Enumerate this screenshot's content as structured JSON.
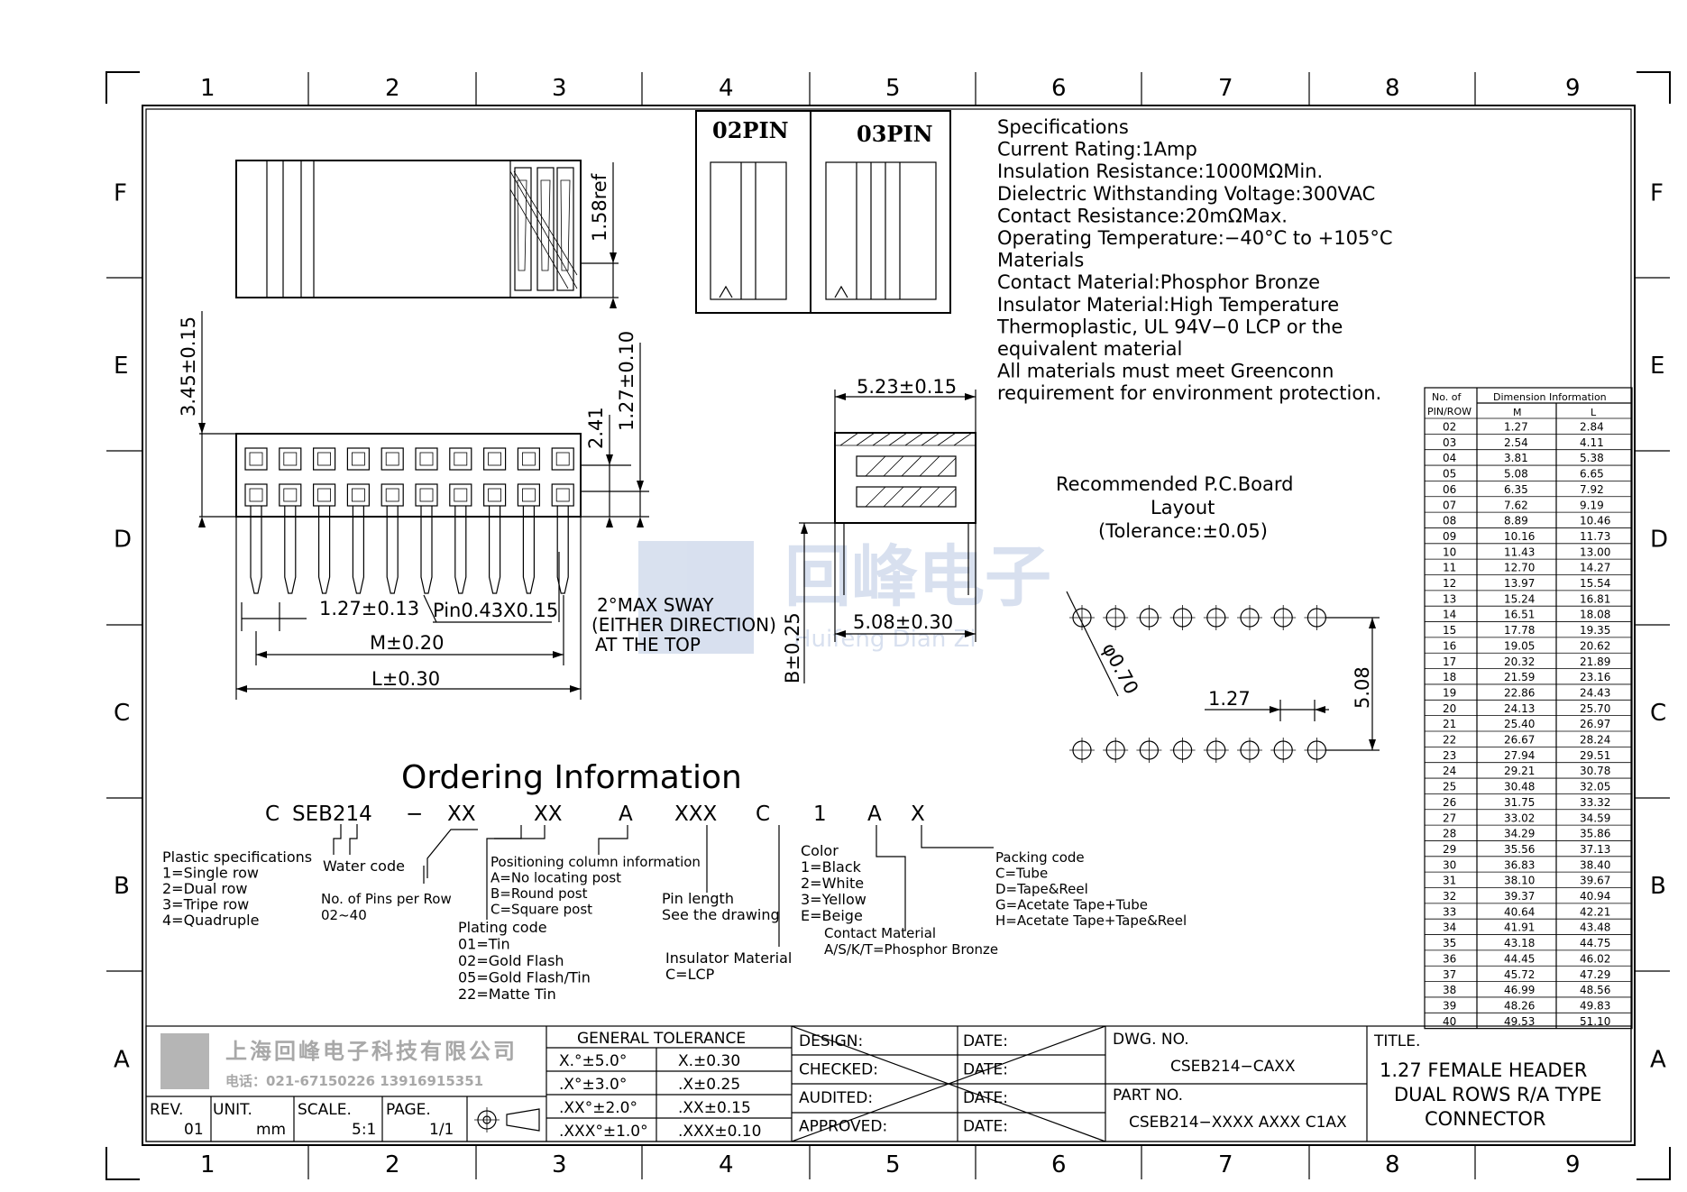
{
  "grid": {
    "columns": [
      "1",
      "2",
      "3",
      "4",
      "5",
      "6",
      "7",
      "8",
      "9"
    ],
    "rows": [
      "F",
      "E",
      "D",
      "C",
      "B",
      "A"
    ]
  },
  "variants": {
    "pin02": "02PIN",
    "pin03": "03PIN"
  },
  "specifications": [
    "Specifications",
    "Current  Rating:1Amp",
    "Insulation  Resistance:1000MΩMin.",
    "Dielectric  Withstanding  Voltage:300VAC",
    "Contact  Resistance:20mΩMax.",
    "Operating  Temperature:−40°C  to  +105°C",
    "Materials",
    "Contact  Material:Phosphor  Bronze",
    "Insulator  Material:High  Temperature",
    "Thermoplastic,  UL  94V−0  LCP  or  the",
    "equivalent  material",
    "All  materials  must  meet  Greenconn",
    "requirement  for  environment  protection."
  ],
  "dimensions": {
    "ref_158": "1.58ref",
    "h_345": "3.45±0.15",
    "h_127": "1.27±0.10",
    "h_241": "2.41",
    "pitch": "1.27±0.13",
    "pin_size": "Pin0.43X0.15",
    "m": "M±0.20",
    "l": "L±0.30",
    "w_523": "5.23±0.15",
    "w_508": "5.08±0.30",
    "b_025": "B±0.25",
    "sway_1": "2°MAX  SWAY",
    "sway_2": "(EITHER  DIRECTION)",
    "sway_3": "AT  THE  TOP"
  },
  "pcb": {
    "title_1": "Recommended  P.C.Board",
    "title_2": "Layout",
    "tolerance": "(Tolerance:±0.05)",
    "hole": "φ0.70",
    "pitch": "1.27",
    "row_spacing": "5.08"
  },
  "dim_table": {
    "header_left_1": "No.  of",
    "header_left_2": "PIN/ROW",
    "header_group": "Dimension  Information",
    "col_m": "M",
    "col_l": "L",
    "rows": [
      [
        "02",
        "1.27",
        "2.84"
      ],
      [
        "03",
        "2.54",
        "4.11"
      ],
      [
        "04",
        "3.81",
        "5.38"
      ],
      [
        "05",
        "5.08",
        "6.65"
      ],
      [
        "06",
        "6.35",
        "7.92"
      ],
      [
        "07",
        "7.62",
        "9.19"
      ],
      [
        "08",
        "8.89",
        "10.46"
      ],
      [
        "09",
        "10.16",
        "11.73"
      ],
      [
        "10",
        "11.43",
        "13.00"
      ],
      [
        "11",
        "12.70",
        "14.27"
      ],
      [
        "12",
        "13.97",
        "15.54"
      ],
      [
        "13",
        "15.24",
        "16.81"
      ],
      [
        "14",
        "16.51",
        "18.08"
      ],
      [
        "15",
        "17.78",
        "19.35"
      ],
      [
        "16",
        "19.05",
        "20.62"
      ],
      [
        "17",
        "20.32",
        "21.89"
      ],
      [
        "18",
        "21.59",
        "23.16"
      ],
      [
        "19",
        "22.86",
        "24.43"
      ],
      [
        "20",
        "24.13",
        "25.70"
      ],
      [
        "21",
        "25.40",
        "26.97"
      ],
      [
        "22",
        "26.67",
        "28.24"
      ],
      [
        "23",
        "27.94",
        "29.51"
      ],
      [
        "24",
        "29.21",
        "30.78"
      ],
      [
        "25",
        "30.48",
        "32.05"
      ],
      [
        "26",
        "31.75",
        "33.32"
      ],
      [
        "27",
        "33.02",
        "34.59"
      ],
      [
        "28",
        "34.29",
        "35.86"
      ],
      [
        "29",
        "35.56",
        "37.13"
      ],
      [
        "30",
        "36.83",
        "38.40"
      ],
      [
        "31",
        "38.10",
        "39.67"
      ],
      [
        "32",
        "39.37",
        "40.94"
      ],
      [
        "33",
        "40.64",
        "42.21"
      ],
      [
        "34",
        "41.91",
        "43.48"
      ],
      [
        "35",
        "43.18",
        "44.75"
      ],
      [
        "36",
        "44.45",
        "46.02"
      ],
      [
        "37",
        "45.72",
        "47.29"
      ],
      [
        "38",
        "46.99",
        "48.56"
      ],
      [
        "39",
        "48.26",
        "49.83"
      ],
      [
        "40",
        "49.53",
        "51.10"
      ]
    ]
  },
  "ordering": {
    "title": "Ordering  Information",
    "code": [
      "C",
      "SEB214",
      "−",
      "XX",
      "XX",
      "A",
      "XXX",
      "C",
      "1",
      "A",
      "X"
    ],
    "plastic": [
      "Plastic  specifications",
      "1=Single  row",
      "2=Dual  row",
      "3=Tripe  row",
      "4=Quadruple"
    ],
    "water": "Water  code",
    "pins": [
      "No.  of  Pins  per  Row",
      "02~40"
    ],
    "plating": [
      "Plating  code",
      "01=Tin",
      "02=Gold  Flash",
      "05=Gold  Flash/Tin",
      "22=Matte  Tin"
    ],
    "positioning": [
      "Positioning  column  information",
      "A=No  locating  post",
      "B=Round  post",
      "C=Square  post"
    ],
    "pin_length": [
      "Pin  length",
      "See  the  drawing"
    ],
    "insulator": [
      "Insulator  Material",
      "C=LCP"
    ],
    "color": [
      "Color",
      "1=Black",
      "2=White",
      "3=Yellow",
      "E=Beige"
    ],
    "contact": [
      "Contact  Material",
      "A/S/K/T=Phosphor  Bronze"
    ],
    "packing": [
      "Packing  code",
      "C=Tube",
      "D=Tape&Reel",
      "G=Acetate  Tape+Tube",
      "H=Acetate  Tape+Tape&Reel"
    ]
  },
  "watermark": {
    "cn": "回峰电子",
    "en": "Huifeng  Dian  Zi"
  },
  "title_block": {
    "company_cn": "上海回峰电子科技有限公司",
    "phone": "电话：021-67150226  13916915351",
    "rev_label": "REV.",
    "rev": "01",
    "unit_label": "UNIT.",
    "unit": "mm",
    "scale_label": "SCALE.",
    "scale": "5:1",
    "page_label": "PAGE.",
    "page": "1/1",
    "tol_title": "GENERAL  TOLERANCE",
    "tol": [
      [
        "X.°±5.0°",
        "X.±0.30"
      ],
      [
        ".X°±3.0°",
        ".X±0.25"
      ],
      [
        ".XX°±2.0°",
        ".XX±0.15"
      ],
      [
        ".XXX°±1.0°",
        ".XXX±0.10"
      ]
    ],
    "sign": [
      "DESIGN:",
      "CHECKED:",
      "AUDITED:",
      "APPROVED:"
    ],
    "date": "DATE:",
    "dwg_label": "DWG.  NO.",
    "dwg": "CSEB214−CAXX",
    "part_label": "PART  NO.",
    "part": "CSEB214−XXXX  AXXX  C1AX",
    "title_label": "TITLE.",
    "title_lines": [
      "1.27  FEMALE  HEADER",
      "DUAL  ROWS  R/A  TYPE",
      "CONNECTOR"
    ]
  }
}
